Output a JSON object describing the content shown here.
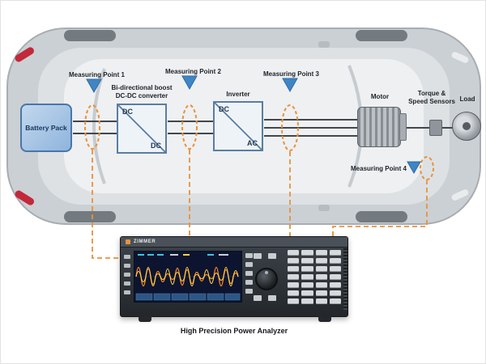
{
  "diagram": {
    "labels": {
      "battery": "Battery Pack",
      "dcdc_title_line1": "Bi-directional boost",
      "dcdc_title_line2": "DC-DC converter",
      "dcdc_top": "DC",
      "dcdc_bottom": "DC",
      "inverter_title": "Inverter",
      "inverter_top": "DC",
      "inverter_bottom": "AC",
      "motor": "Motor",
      "sensors_line1": "Torque &",
      "sensors_line2": "Speed Sensors",
      "load": "Load"
    },
    "measuring_points": [
      {
        "label": "Measuring Point 1"
      },
      {
        "label": "Measuring Point 2"
      },
      {
        "label": "Measuring Point 3"
      },
      {
        "label": "Measuring Point 4"
      }
    ],
    "analyzer": {
      "brand": "ZIMMER",
      "caption": "High Precision Power Analyzer"
    },
    "colors": {
      "accent_orange": "#E8923A",
      "measuring_blue": "#3F85C6",
      "car_body": "#CBD0D4",
      "box_border": "#5A7DA3",
      "screen_bg": "#0D1430",
      "wave_orange": "#FF8C1A",
      "wave_yellow": "#FFD24A"
    }
  }
}
